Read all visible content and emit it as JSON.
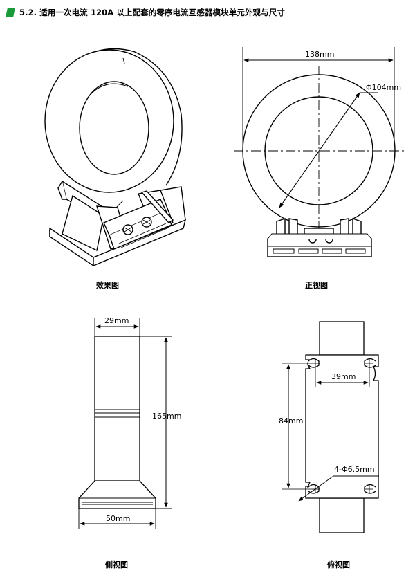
{
  "header": {
    "title": "5.2. 适用一次电流 120A 以上配套的零序电流互感器模块单元外观与尺寸",
    "accent_color": "#1a9b3a"
  },
  "views": {
    "effect": {
      "caption": "效果图"
    },
    "front": {
      "caption": "正视图",
      "width_label": "138mm",
      "diameter_label": "Φ104mm"
    },
    "side": {
      "caption": "侧视图",
      "top_width_label": "29mm",
      "height_label": "165mm",
      "base_width_label": "50mm"
    },
    "top": {
      "caption": "俯视图",
      "hole_spacing_label": "39mm",
      "length_label": "84mm",
      "hole_label": "4-Φ6.5mm"
    }
  }
}
